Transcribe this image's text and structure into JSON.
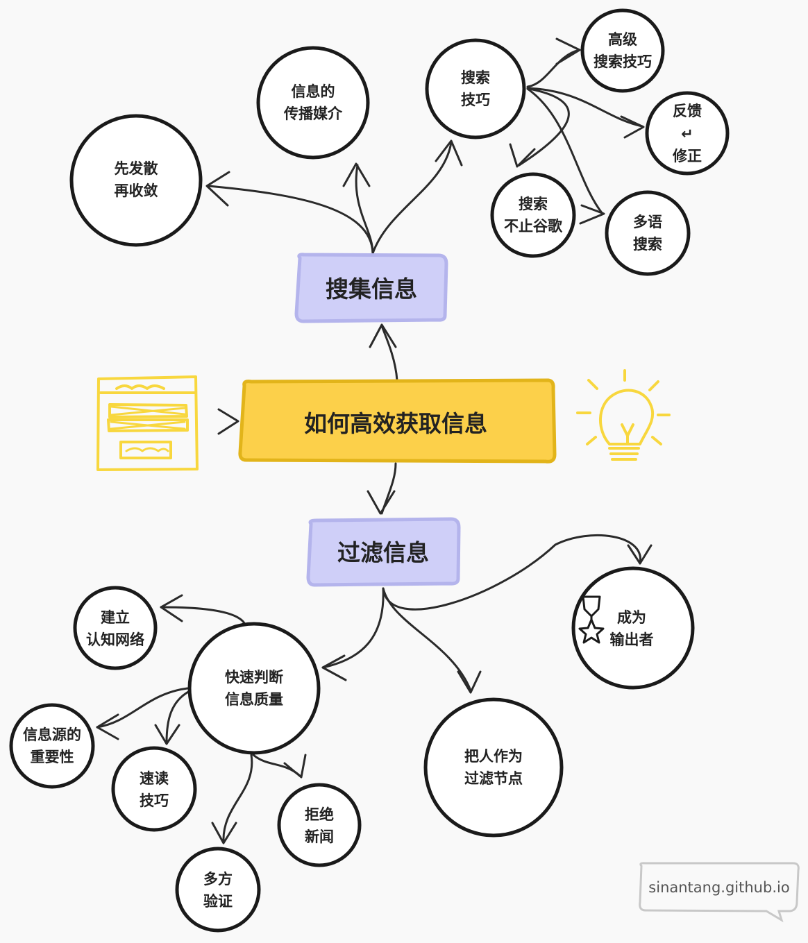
{
  "center": {
    "label": "如何高效获取信息"
  },
  "branches": {
    "gather": {
      "label": "搜集信息"
    },
    "filter": {
      "label": "过滤信息"
    }
  },
  "nodes": {
    "diverge": [
      "先发散",
      "再收敛"
    ],
    "media": [
      "信息的",
      "传播媒介"
    ],
    "search_skills": [
      "搜索",
      "技巧"
    ],
    "advanced": [
      "高级",
      "搜索技巧"
    ],
    "feedback": [
      "反馈",
      "↵",
      "修正"
    ],
    "not_google": [
      "搜索",
      "不止谷歌"
    ],
    "multilang": [
      "多语",
      "搜索"
    ],
    "network": [
      "建立",
      "认知网络"
    ],
    "judge": [
      "快速判断",
      "信息质量"
    ],
    "source": [
      "信息源的",
      "重要性"
    ],
    "speed": [
      "速读",
      "技巧"
    ],
    "reject": [
      "拒绝",
      "新闻"
    ],
    "verify": [
      "多方",
      "验证"
    ],
    "person": [
      "把人作为",
      "过滤节点"
    ],
    "output": [
      "成为",
      "输出者"
    ]
  },
  "watermark": "sinantang.github.io",
  "colors": {
    "center_fill": "#fcd04a",
    "center_stroke": "#e2b41a",
    "branch_fill": "#cfcff8",
    "branch_stroke": "#b4b4ec",
    "icon_yellow": "#f8d73e"
  },
  "icons": {
    "left": "document-icon",
    "right": "lightbulb-icon",
    "medal": "medal-icon"
  }
}
